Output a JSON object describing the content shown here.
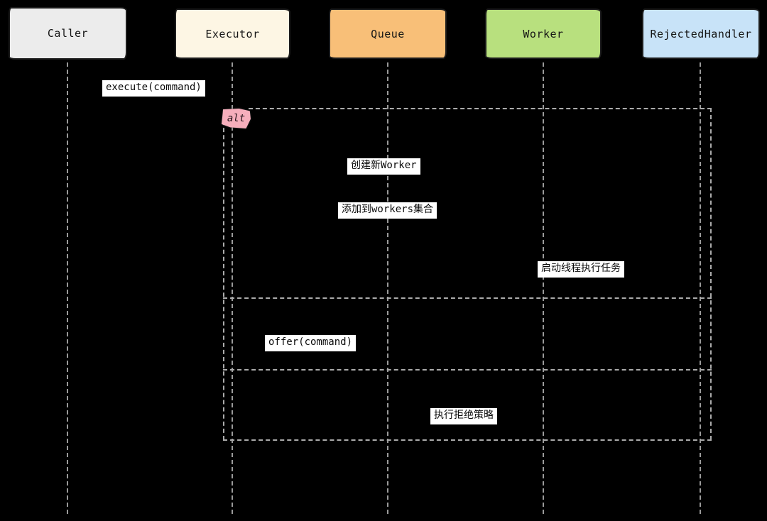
{
  "diagram": {
    "type": "sequence-diagram",
    "participants": [
      {
        "name": "Caller",
        "fill": "#ececec"
      },
      {
        "name": "Executor",
        "fill": "#fdf6e4"
      },
      {
        "name": "Queue",
        "fill": "#f8bf78"
      },
      {
        "name": "Worker",
        "fill": "#b8e07e"
      },
      {
        "name": "RejectedHandler",
        "fill": "#c8e3f8"
      }
    ],
    "fragment": {
      "label": "alt",
      "label_fill": "#f6aebc"
    },
    "messages": [
      {
        "text": "execute(command)"
      },
      {
        "text": "创建新Worker"
      },
      {
        "text": "添加到workers集合"
      },
      {
        "text": "启动线程执行任务"
      },
      {
        "text": "offer(command)"
      },
      {
        "text": "执行拒绝策略"
      }
    ],
    "colors": {
      "background": "#000000",
      "lifeline": "#9a9a9a",
      "frame": "#ababab",
      "message_label_bg": "#ffffff"
    }
  }
}
